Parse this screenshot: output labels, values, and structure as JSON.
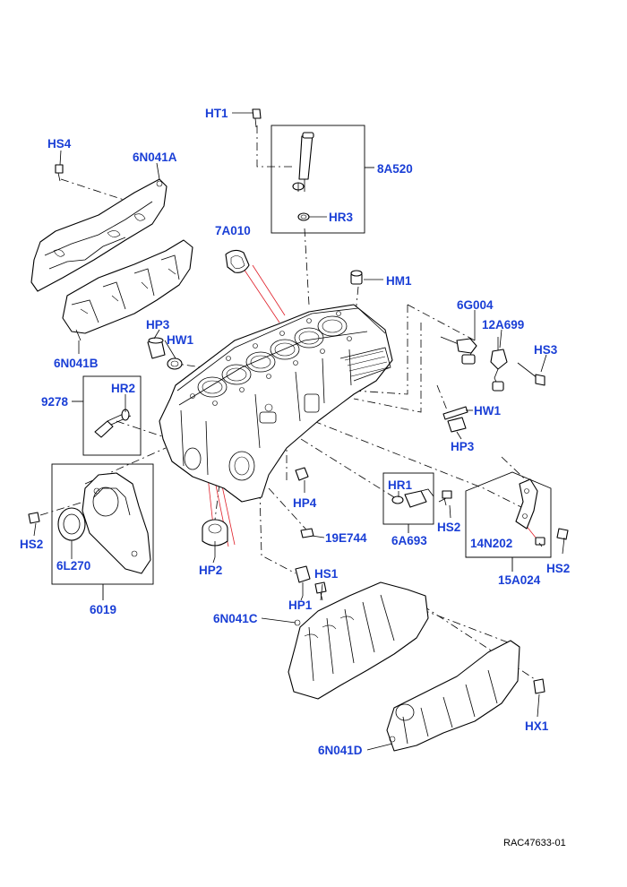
{
  "labels": {
    "HT1": "HT1",
    "8A520": "8A520",
    "HR3": "HR3",
    "HS4": "HS4",
    "6N041A": "6N041A",
    "7A010": "7A010",
    "HM1": "HM1",
    "6G004": "6G004",
    "12A699": "12A699",
    "HS3_top": "HS3",
    "HP3_left": "HP3",
    "HW1_left": "HW1",
    "6N041B": "6N041B",
    "9278": "9278",
    "HR2": "HR2",
    "HW1_right": "HW1",
    "HP3_right": "HP3",
    "HR1": "HR1",
    "HS2_mid": "HS2",
    "6A693": "6A693",
    "HP4": "HP4",
    "19E744": "19E744",
    "14N202": "14N202",
    "HS2_right": "HS2",
    "15A024": "15A024",
    "HS2_left": "HS2",
    "6L270": "6L270",
    "6019": "6019",
    "HP2": "HP2",
    "HS1": "HS1",
    "HP1": "HP1",
    "6N041C": "6N041C",
    "HX1": "HX1",
    "6N041D": "6N041D"
  },
  "reference": "RAC47633-01",
  "colors": {
    "label": "#1a3fd6",
    "line": "#000000",
    "highlight": "#e0202a"
  }
}
